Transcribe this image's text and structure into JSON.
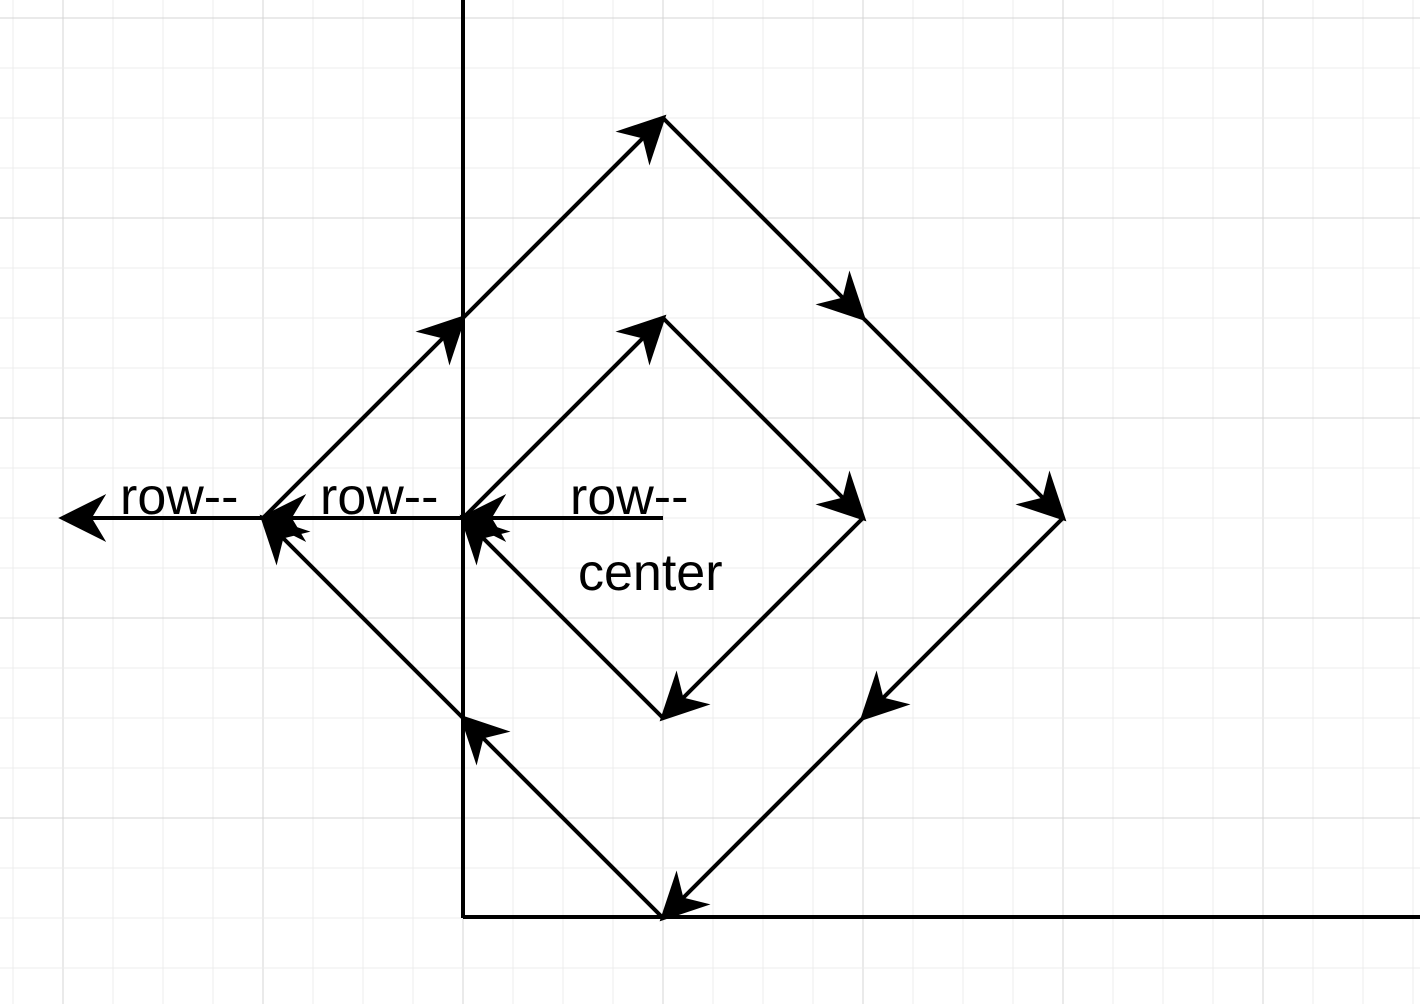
{
  "diagram": {
    "labels": {
      "row_left": "row--",
      "row_middle": "row--",
      "row_right": "row--",
      "center": "center"
    }
  },
  "colors": {
    "stroke": "#000000",
    "grid_major": "#d4d4d4",
    "grid_minor": "#ececec",
    "background": "#ffffff"
  }
}
